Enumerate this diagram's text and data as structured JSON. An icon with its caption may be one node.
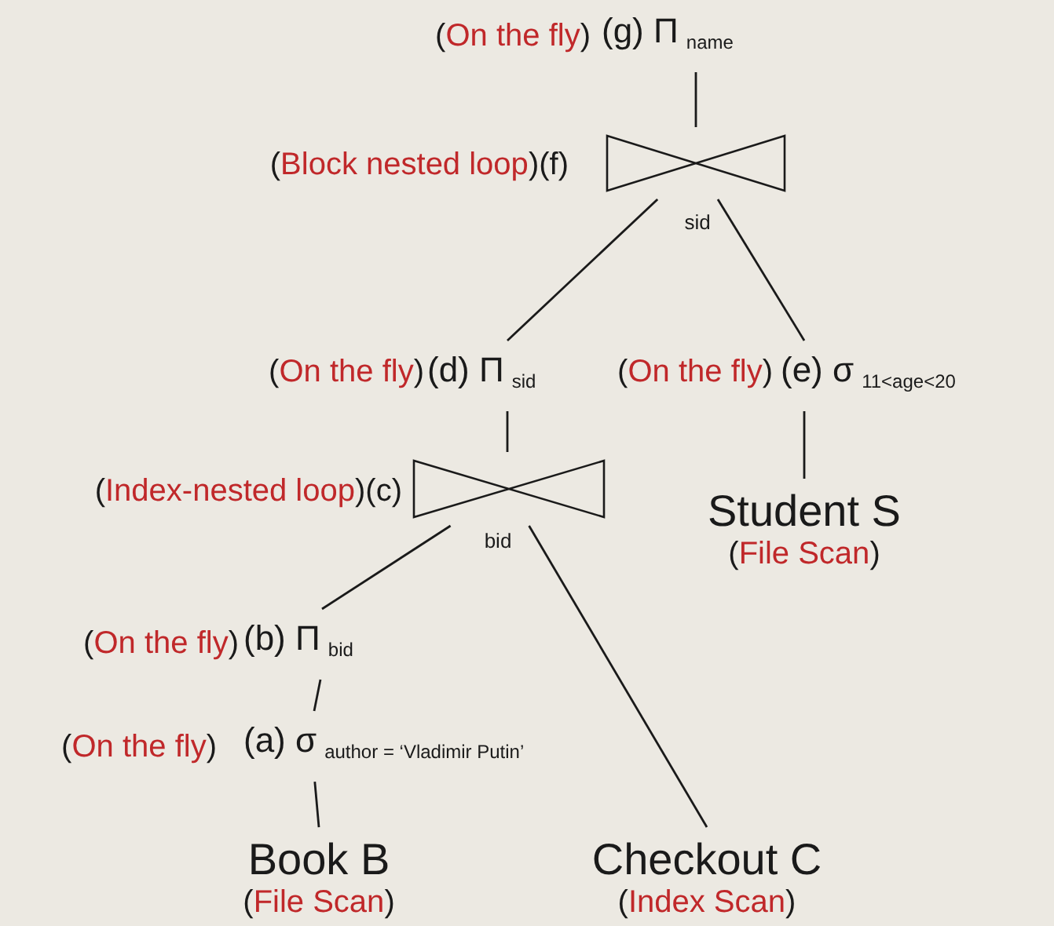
{
  "diagram": {
    "nodes": [
      {
        "text": [
          "(g) Π$_{name}$"
        ],
        "beside": [
          "(On the fly)"
        ]
      },
      {
        "text": [],
        "shape": "bowtie",
        "beside": [
          "(Block nested loop)",
          "(f)",
          "sid"
        ]
      },
      {
        "text": [
          "(d) Π$_{sid}$"
        ],
        "beside": [
          "(On the fly)"
        ]
      },
      {
        "text": [
          "(e) σ$_{11<age<20}$"
        ],
        "beside": [
          "(On the fly)"
        ]
      },
      {
        "text": [],
        "shape": "bowtie",
        "beside": [
          "(Index-nested loop)",
          "(c)",
          "bid"
        ]
      },
      {
        "text": [
          "Student S",
          "(File Scan)"
        ]
      },
      {
        "text": [
          "(b) Π$_{bid}$"
        ],
        "beside": [
          "(On the fly)"
        ]
      },
      {
        "text": [
          "(a) σ$_{author = ‘Vladimir Putin’}$"
        ],
        "beside": [
          "(On the fly)"
        ]
      },
      {
        "text": [
          "Book B",
          "(File Scan)"
        ]
      },
      {
        "text": [
          "Checkout C",
          "(Index Scan)"
        ]
      }
    ],
    "edges": [
      {
        "from": 0,
        "to": 1,
        "arrow": "none"
      },
      {
        "from": 1,
        "to": 2,
        "arrow": "none"
      },
      {
        "from": 1,
        "to": 3,
        "arrow": "none"
      },
      {
        "from": 2,
        "to": 4,
        "arrow": "none"
      },
      {
        "from": 3,
        "to": 5,
        "arrow": "none"
      },
      {
        "from": 4,
        "to": 6,
        "arrow": "none"
      },
      {
        "from": 4,
        "to": 9,
        "arrow": "none"
      },
      {
        "from": 6,
        "to": 7,
        "arrow": "none"
      },
      {
        "from": 7,
        "to": 8,
        "arrow": "none"
      }
    ]
  }
}
